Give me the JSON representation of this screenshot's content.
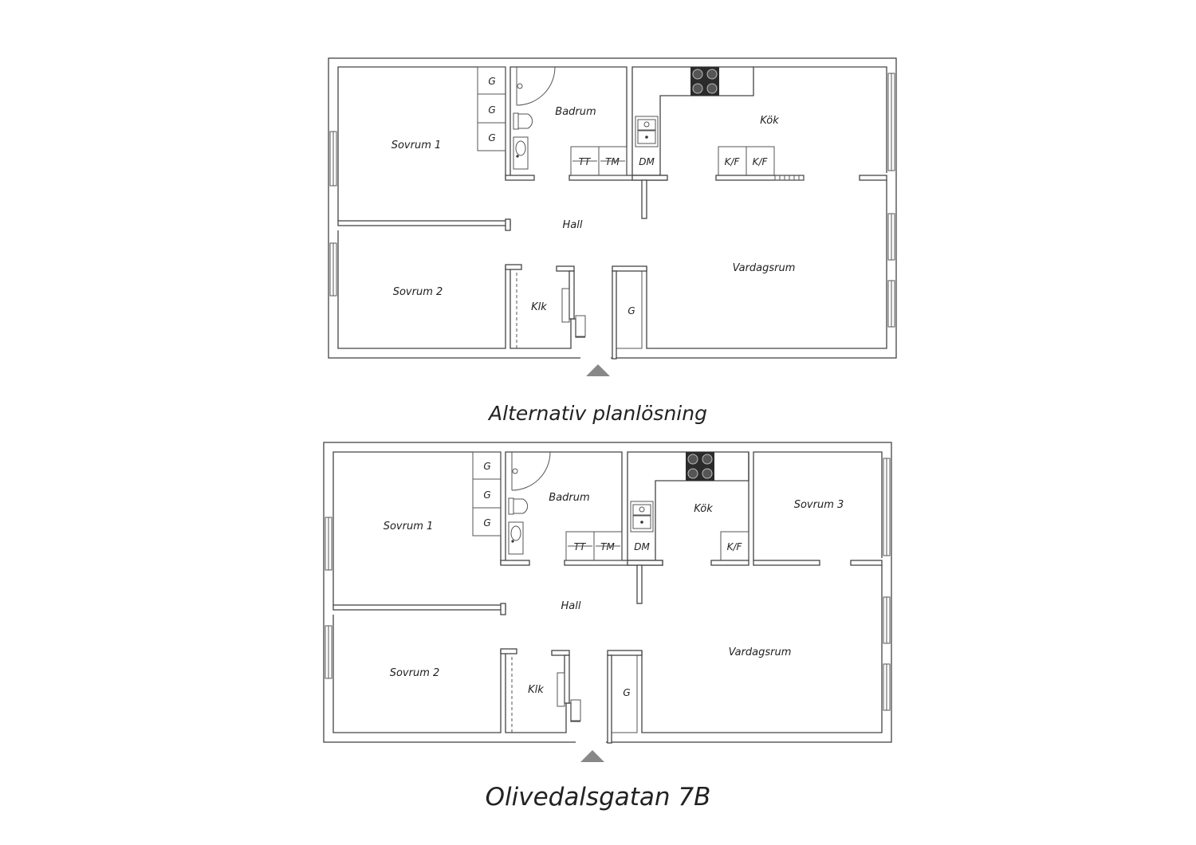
{
  "captions": {
    "alternative": "Alternativ planlösning",
    "address": "Olivedalsgatan 7B"
  },
  "plan_alt": {
    "rooms": {
      "sovrum1": "Sovrum 1",
      "sovrum2": "Sovrum 2",
      "badrum": "Badrum",
      "kok": "Kök",
      "hall": "Hall",
      "vardagsrum": "Vardagsrum",
      "klk": "Klk"
    },
    "fixtures": {
      "g": "G",
      "tt": "TT",
      "tm": "TM",
      "dm": "DM",
      "kf": "K/F"
    }
  },
  "plan_orig": {
    "rooms": {
      "sovrum1": "Sovrum 1",
      "sovrum2": "Sovrum 2",
      "sovrum3": "Sovrum 3",
      "badrum": "Badrum",
      "kok": "Kök",
      "hall": "Hall",
      "vardagsrum": "Vardagsrum",
      "klk": "Klk"
    },
    "fixtures": {
      "g": "G",
      "tt": "TT",
      "tm": "TM",
      "dm": "DM",
      "kf": "K/F"
    }
  },
  "colors": {
    "wall": "#444444",
    "stove": "#2b2b2b",
    "entrance_arrow": "#888888"
  }
}
